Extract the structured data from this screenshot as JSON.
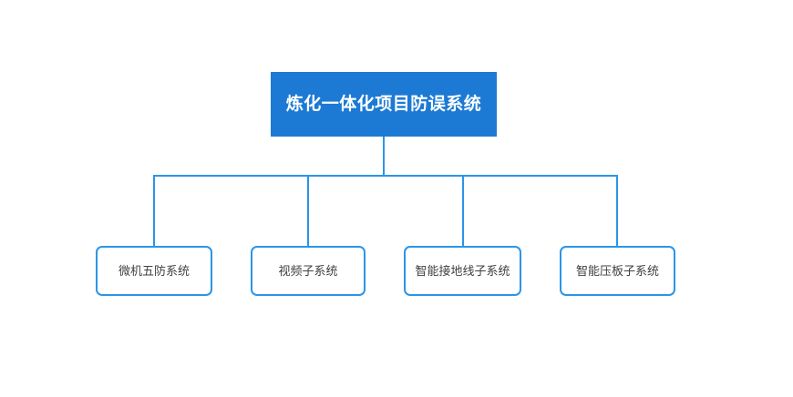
{
  "diagram": {
    "type": "organizational-hierarchy-tree",
    "orientation": "top-down",
    "levels": 2,
    "colors": {
      "root_fill": "#1C7AD4",
      "root_text": "#FFFFFF",
      "child_fill": "#FFFFFF",
      "child_border": "#2B95E8",
      "child_text": "#404040",
      "connector": "#2B95E8",
      "background": "#FFFFFF"
    },
    "root": {
      "label": "炼化一体化项目防误系统"
    },
    "children": [
      {
        "label": "微机五防系统"
      },
      {
        "label": "视频子系统"
      },
      {
        "label": "智能接地线子系统"
      },
      {
        "label": "智能压板子系统"
      }
    ]
  }
}
